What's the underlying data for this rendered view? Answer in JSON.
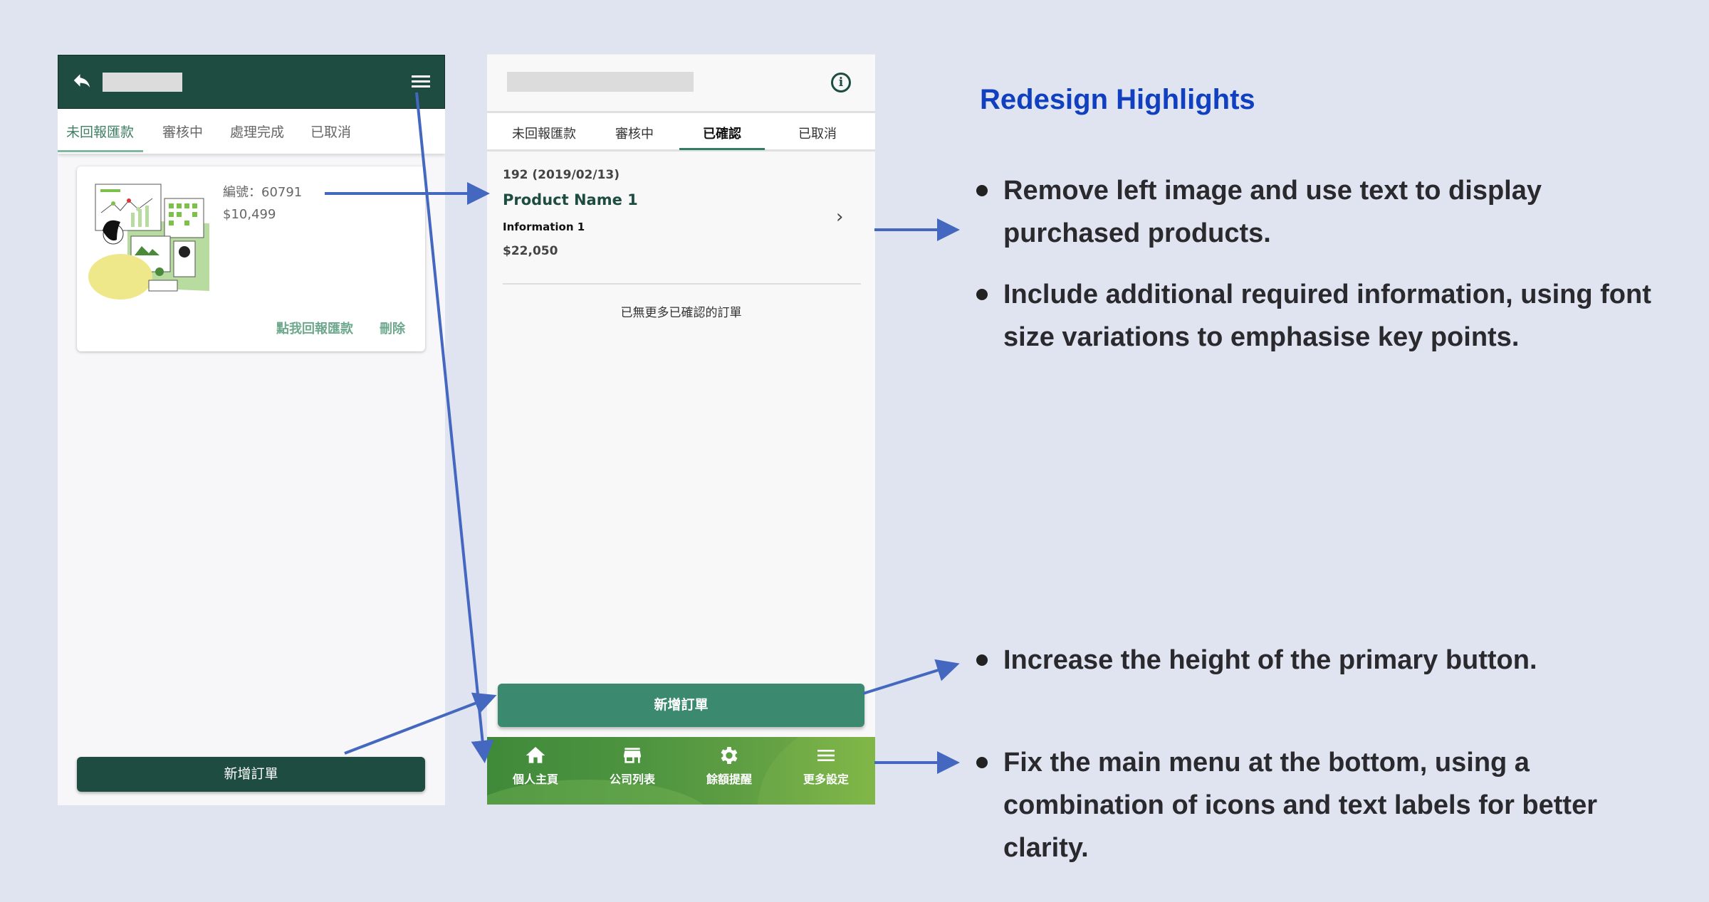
{
  "old_screen": {
    "header": {
      "back_icon": "reply-arrow-icon",
      "title_placeholder": "",
      "menu_icon": "hamburger-menu-icon"
    },
    "tabs": [
      {
        "label": "未回報匯款",
        "active": true
      },
      {
        "label": "審核中",
        "active": false
      },
      {
        "label": "處理完成",
        "active": false
      },
      {
        "label": "已取消",
        "active": false
      }
    ],
    "order_card": {
      "illustration": "dashboard-illustration",
      "order_number": "編號：60791",
      "price": "$10,499",
      "report_link": "點我回報匯款",
      "delete_link": "刪除"
    },
    "primary_button": "新增訂單"
  },
  "new_screen": {
    "header": {
      "title_placeholder": "",
      "info_icon": "info-circle-icon",
      "info_glyph": "i"
    },
    "tabs": [
      {
        "label": "未回報匯款",
        "active": false
      },
      {
        "label": "審核中",
        "active": false
      },
      {
        "label": "已確認",
        "active": true
      },
      {
        "label": "已取消",
        "active": false
      }
    ],
    "order": {
      "meta": "192 (2019/02/13)",
      "product_name": "Product Name 1",
      "info": "Information 1",
      "price": "$22,050",
      "chevron": "›"
    },
    "empty_message": "已無更多已確認的訂單",
    "primary_button": "新增訂單",
    "bottom_nav": [
      {
        "icon": "home-icon",
        "label": "個人主頁"
      },
      {
        "icon": "store-icon",
        "label": "公司列表"
      },
      {
        "icon": "gear-icon",
        "label": "餘額提醒"
      },
      {
        "icon": "menu-icon",
        "label": "更多設定"
      }
    ]
  },
  "notes": {
    "title": "Redesign Highlights",
    "items": [
      "Remove left image and use text to display purchased products.",
      "Include additional required information, using font size variations to emphasise key points.",
      "Increase the height of the primary button.",
      "Fix the main menu at the bottom, using a combination of icons and text labels for better clarity."
    ]
  },
  "colors": {
    "background": "#e0e4f0",
    "old_header": "#1f4c40",
    "new_button": "#3b8a6f",
    "nav_green": "#4e9440",
    "annotation_blue": "#4468c0",
    "title_blue": "#1040c0"
  }
}
